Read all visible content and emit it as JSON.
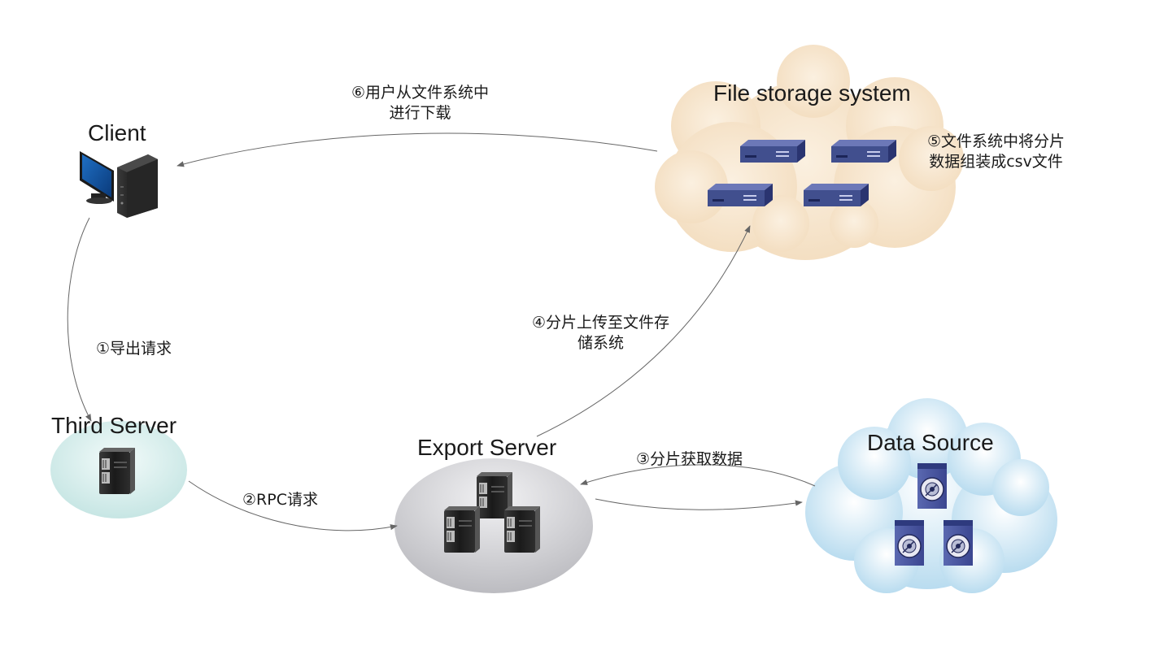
{
  "nodes": {
    "client": {
      "title": "Client"
    },
    "third_server": {
      "title": "Third Server"
    },
    "export_server": {
      "title": "Export Server"
    },
    "file_storage": {
      "title": "File storage system"
    },
    "data_source": {
      "title": "Data Source"
    }
  },
  "edges": {
    "export_request": {
      "line1": "①导出请求"
    },
    "rpc_request": {
      "line1": "②RPC请求"
    },
    "fetch_data": {
      "line1": "③分片获取数据"
    },
    "upload": {
      "line1": "④分片上传至文件存",
      "line2": "储系统"
    },
    "assemble": {
      "line1": "⑤文件系统中将分片",
      "line2": "数据组装成csv文件"
    },
    "download": {
      "line1": "⑥用户从文件系统中",
      "line2": "进行下载"
    }
  },
  "colors": {
    "file_cloud": "#f8e8d2",
    "data_cloud": "#c9e6f4",
    "third_ellipse": "#cfeae8",
    "export_ellipse": "#c8c8cc",
    "arrow": "#666666",
    "appliance": "#414f8e"
  }
}
